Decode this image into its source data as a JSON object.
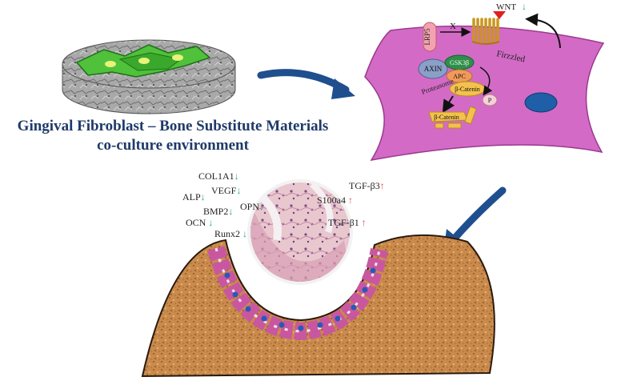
{
  "caption": {
    "line1": "Gingival Fibroblast – Bone Substitute Materials",
    "line2": "co-culture environment"
  },
  "pathway": {
    "wnt": "WNT",
    "lrp5": "LRP5",
    "x_mark": "X",
    "frizzled": "Firzzled",
    "axin": "AXIN",
    "gsk3b": "GSK3β",
    "apc": "APC",
    "b_catenin": "β-Catenin",
    "b_catenin_2": "β-Catenin",
    "p": "P",
    "proteasome": "Proteasome"
  },
  "markers": {
    "col1a1": "COL1A1",
    "vegf": "VEGF",
    "alp": "ALP",
    "bmp2": "BMP2",
    "opn": "OPN",
    "ocn": "OCN",
    "runx2": "Runx2",
    "tgfb3": "TGF-β3",
    "s100a4": "S100a4",
    "tgfb1": "TGF-β1",
    "down": "↓",
    "up": "↑"
  },
  "colors": {
    "down_arrow": "#2a9d8f",
    "up_arrow": "#e04848",
    "cell": "#d36bc6",
    "bone": "#c98a4b",
    "arrow_blue": "#1f4f8f"
  }
}
